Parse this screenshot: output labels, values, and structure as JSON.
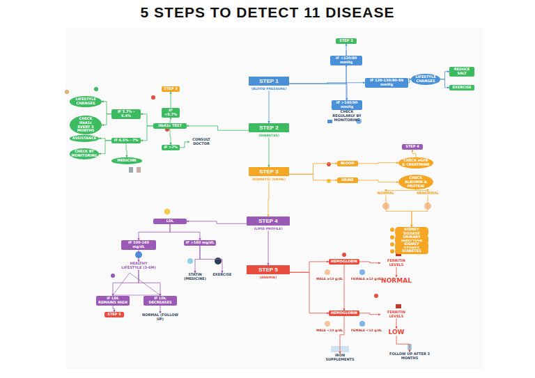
{
  "diagram": {
    "title": "5 STEPS TO DETECT 11 DISEASE",
    "nodes": [
      {
        "text": [
          "STEP 1",
          "(BLOOD PRESSURE)"
        ]
      },
      {
        "text": [
          "STEP 2",
          "(DIABETES)"
        ]
      },
      {
        "text": [
          "STEP 3",
          "(KIDNEYS) (URINE)"
        ]
      },
      {
        "text": [
          "STEP 4",
          "(LIPID PROFILE)"
        ]
      },
      {
        "text": [
          "STEP 5",
          "(ANEMIA)"
        ]
      },
      {
        "text": [
          "STEP 2"
        ]
      },
      {
        "text": [
          "IF <120/80 mmHg"
        ]
      },
      {
        "text": [
          "IF 120-139/80-89 mmHg"
        ]
      },
      {
        "text": [
          "LIFESTYLE CHANGES"
        ]
      },
      {
        "text": [
          "REDUCE SALT"
        ]
      },
      {
        "text": [
          "EXERCISE"
        ]
      },
      {
        "text": [
          "IF >140/90 mmHg"
        ]
      },
      {
        "text": [
          "CHECK REGULARLY BY MONITORING"
        ]
      },
      {
        "text": [
          "HbA1c TEST"
        ]
      },
      {
        "text": [
          "IF <5.7%"
        ]
      },
      {
        "text": [
          "STEP 3"
        ]
      },
      {
        "text": [
          "IF 5.7% - 6.4%"
        ]
      },
      {
        "text": [
          "LIFESTYLE CHANGES"
        ]
      },
      {
        "text": [
          "CHECK HbA1c EVERY 3 MONTHS"
        ]
      },
      {
        "text": [
          "IF 6.5% - 7%"
        ]
      },
      {
        "text": [
          "ASSISTANCE"
        ]
      },
      {
        "text": [
          "CHECK BY MONITORING"
        ]
      },
      {
        "text": [
          "MEDICINE"
        ]
      },
      {
        "text": [
          "IF >7%"
        ]
      },
      {
        "text": [
          "CONSULT DOCTOR"
        ]
      },
      {
        "text": [
          "BLOOD"
        ]
      },
      {
        "text": [
          "URINE"
        ]
      },
      {
        "text": [
          "CHECK eGFR & CREATININE"
        ]
      },
      {
        "text": [
          "CHECK ALBUMIN & PROTEIN"
        ]
      },
      {
        "text": [
          "STEP 4"
        ]
      },
      {
        "text": [
          "NORMAL"
        ]
      },
      {
        "text": [
          "ABNORMAL"
        ]
      },
      {
        "text": [
          "KIDNEY DISEASE"
        ]
      },
      {
        "text": [
          "URINARY INFECTION"
        ]
      },
      {
        "text": [
          "KIDNEY STONES"
        ]
      },
      {
        "text": [
          "DIABETES"
        ]
      },
      {
        "text": [
          "LDL"
        ]
      },
      {
        "text": [
          "IF 100-160 mg/dL"
        ]
      },
      {
        "text": [
          "IF >160 mg/dL"
        ]
      },
      {
        "text": [
          "HEALTHY LIFESTYLE (3-6M)"
        ]
      },
      {
        "text": [
          "STATIN (MEDICINE)"
        ]
      },
      {
        "text": [
          "EXERCISE"
        ]
      },
      {
        "text": [
          "IF LDL REMAINS HIGH"
        ]
      },
      {
        "text": [
          "IF LDL DECREASES"
        ]
      },
      {
        "text": [
          "STEP 5"
        ]
      },
      {
        "text": [
          "NORMAL (FOLLOW UP)"
        ]
      },
      {
        "text": [
          "HEMOGLOBIN"
        ]
      },
      {
        "text": [
          "FERRITIN LEVELS"
        ]
      },
      {
        "text": [
          "NORMAL"
        ]
      },
      {
        "text": [
          "HEMOGLOBIN"
        ]
      },
      {
        "text": [
          "FERRITIN LEVELS"
        ]
      },
      {
        "text": [
          "LOW"
        ]
      },
      {
        "text": [
          "IRON SUPPLEMENTS"
        ]
      },
      {
        "text": [
          "FOLLOW UP AFTER 3 MONTHS"
        ]
      }
    ],
    "edges": [
      {
        "from": 0,
        "to": 1,
        "arrow": "to"
      },
      {
        "from": 1,
        "to": 2,
        "arrow": "to"
      },
      {
        "from": 2,
        "to": 3,
        "arrow": "to"
      },
      {
        "from": 3,
        "to": 4,
        "arrow": "to"
      },
      {
        "from": 0,
        "to": 6,
        "arrow": "to"
      },
      {
        "from": 0,
        "to": 7,
        "arrow": "to"
      },
      {
        "from": 0,
        "to": 11,
        "arrow": "to"
      },
      {
        "from": 6,
        "to": 5,
        "arrow": "to"
      },
      {
        "from": 7,
        "to": 8,
        "arrow": "to"
      },
      {
        "from": 8,
        "to": 9,
        "arrow": "to"
      },
      {
        "from": 8,
        "to": 10,
        "arrow": "to"
      },
      {
        "from": 11,
        "to": 12,
        "arrow": "to"
      },
      {
        "from": 1,
        "to": 13,
        "arrow": "to"
      },
      {
        "from": 13,
        "to": 14,
        "arrow": "to"
      },
      {
        "from": 14,
        "to": 15,
        "arrow": "to"
      },
      {
        "from": 13,
        "to": 16,
        "arrow": "to"
      },
      {
        "from": 16,
        "to": 17,
        "arrow": "to"
      },
      {
        "from": 16,
        "to": 18,
        "arrow": "to"
      },
      {
        "from": 13,
        "to": 19,
        "arrow": "to"
      },
      {
        "from": 19,
        "to": 20,
        "arrow": "to"
      },
      {
        "from": 19,
        "to": 21,
        "arrow": "to"
      },
      {
        "from": 19,
        "to": 22,
        "arrow": "to"
      },
      {
        "from": 13,
        "to": 23,
        "arrow": "to"
      },
      {
        "from": 23,
        "to": 24,
        "arrow": "to"
      },
      {
        "from": 2,
        "to": 25,
        "arrow": "to"
      },
      {
        "from": 2,
        "to": 26,
        "arrow": "to"
      },
      {
        "from": 25,
        "to": 27,
        "arrow": "to"
      },
      {
        "from": 26,
        "to": 28,
        "arrow": "to"
      },
      {
        "from": 27,
        "to": 29,
        "arrow": "to"
      },
      {
        "from": 28,
        "to": 30,
        "arrow": "to"
      },
      {
        "from": 28,
        "to": 31,
        "arrow": "to"
      },
      {
        "from": 30,
        "to": 32,
        "arrow": "to"
      },
      {
        "from": 31,
        "to": 32,
        "arrow": "to"
      },
      {
        "from": 3,
        "to": 36,
        "arrow": "to"
      },
      {
        "from": 36,
        "to": 37,
        "arrow": "to"
      },
      {
        "from": 36,
        "to": 38,
        "arrow": "to"
      },
      {
        "from": 37,
        "to": 39,
        "arrow": "to"
      },
      {
        "from": 38,
        "to": 40,
        "arrow": "to"
      },
      {
        "from": 38,
        "to": 41,
        "arrow": "to"
      },
      {
        "from": 39,
        "to": 42,
        "arrow": "to"
      },
      {
        "from": 39,
        "to": 43,
        "arrow": "to"
      },
      {
        "from": 42,
        "to": 44,
        "arrow": "to"
      },
      {
        "from": 43,
        "to": 45,
        "arrow": "to"
      },
      {
        "from": 4,
        "to": 46,
        "arrow": "to"
      },
      {
        "from": 4,
        "to": 49,
        "arrow": "to"
      },
      {
        "from": 46,
        "to": 47,
        "arrow": "to"
      },
      {
        "from": 47,
        "to": 48,
        "arrow": "to"
      },
      {
        "from": 49,
        "to": 50,
        "arrow": "to"
      },
      {
        "from": 50,
        "to": 51,
        "arrow": "to"
      },
      {
        "from": 46,
        "to": 49,
        "arrow": "to"
      },
      {
        "from": 49,
        "to": 52,
        "arrow": "to"
      },
      {
        "from": 51,
        "to": 53,
        "arrow": "to"
      }
    ],
    "labels": [
      "MALE ≥13 g/dL",
      "FEMALE ≥12 g/dL",
      "MALE <13 g/dL",
      "FEMALE <12 g/dL"
    ]
  }
}
